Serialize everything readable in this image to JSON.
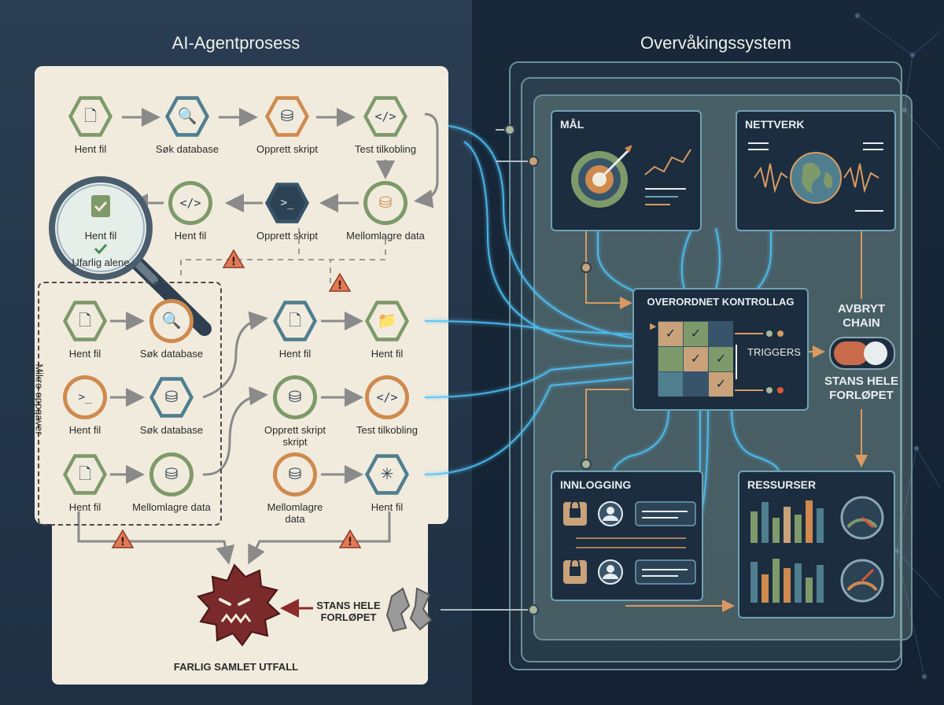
{
  "left": {
    "title": "AI-Agentprosess",
    "row1": [
      "Hent fil",
      "Søk database",
      "Opprett skript",
      "Test tilkobling"
    ],
    "row2": [
      "Hent fil",
      "Opprett skript",
      "Mellomlagre data"
    ],
    "magnifier": {
      "line1": "Hent fil",
      "line2": "Ufarlig alene"
    },
    "micro_label": "Mikro-oppgaver",
    "micro_row1": [
      "Hent fil",
      "Søk database"
    ],
    "micro_row2": [
      "Hent fil",
      "Søk database"
    ],
    "micro_row3": [
      "Hent fil",
      "Mellomlagre data"
    ],
    "right_row1": [
      "Hent fil",
      "Hent fil"
    ],
    "right_row2": [
      "Opprett skript skript",
      "Test tilkobling"
    ],
    "right_row3": [
      "Mellomlagre data",
      "Hent fil"
    ],
    "stop_label": "STANS HELE FORLØPET",
    "danger_label": "FARLIG SAMLET UTFALL"
  },
  "right": {
    "title": "Overvåkingssystem",
    "mal": "MÅL",
    "nettverk": "NETTVERK",
    "kontroll": "OVERORDNET KONTROLLAG",
    "triggers": "TRIGGERS",
    "avbryt": "AVBRYT CHAIN",
    "stans": "STANS HELE FORLØPET",
    "innlogging": "INNLOGGING",
    "ressurser": "RESSURSER"
  },
  "colors": {
    "accent_glow": "#4fc3f7",
    "danger": "#7a2a2a",
    "warning": "#d9583b",
    "panel_border": "#6fa2b4"
  },
  "icons": {
    "file": "file-icon",
    "search": "search-icon",
    "database": "database-icon",
    "code": "code-icon",
    "terminal": "terminal-icon",
    "folder": "folder-icon",
    "warning": "warning-icon",
    "magnifier": "magnifier-icon",
    "monster": "monster-icon",
    "broken-link": "broken-link-icon",
    "target": "target-icon",
    "globe": "globe-icon",
    "lock": "lock-icon",
    "user": "user-icon",
    "gauge": "gauge-icon",
    "toggle": "toggle-icon"
  }
}
